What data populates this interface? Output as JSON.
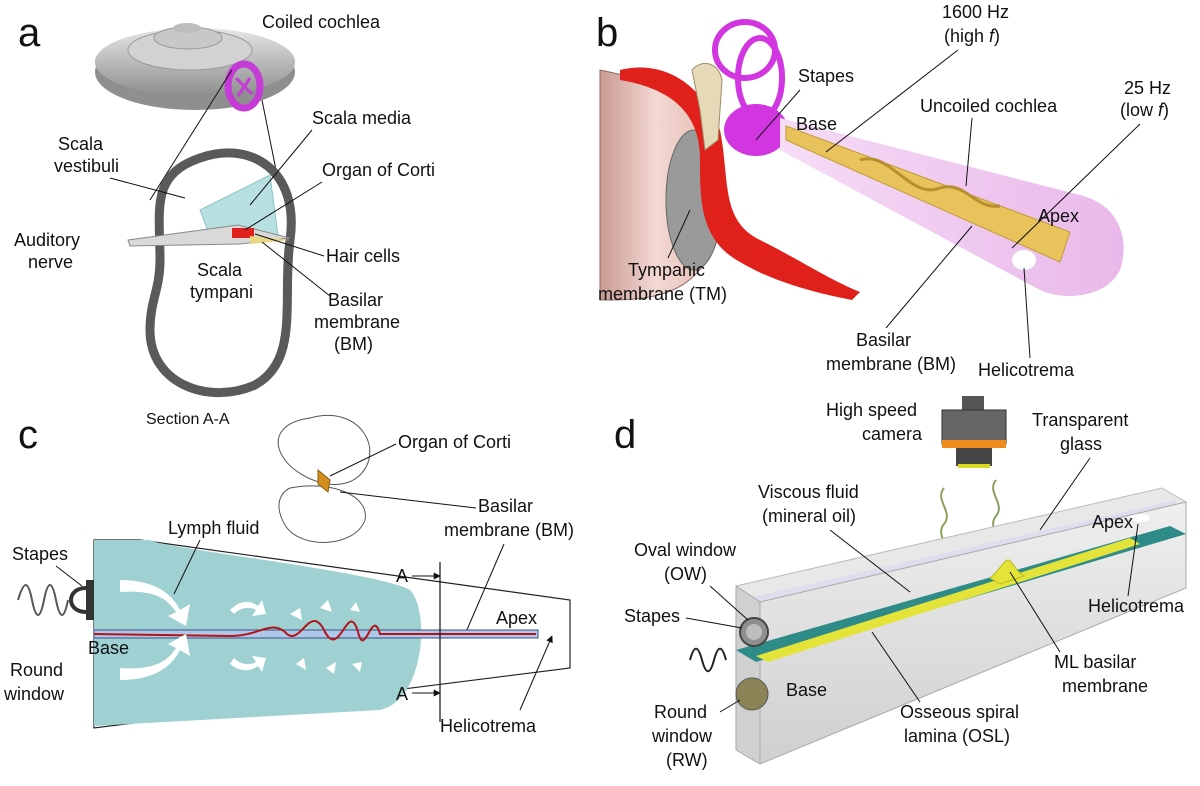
{
  "panels": {
    "a": {
      "letter": "a",
      "labels": {
        "coiled_cochlea": "Coiled cochlea",
        "scala_vestibuli_1": "Scala",
        "scala_vestibuli_2": "vestibuli",
        "scala_media": "Scala media",
        "organ_of_corti": "Organ of Corti",
        "auditory_nerve_1": "Auditory",
        "auditory_nerve_2": "nerve",
        "scala_tympani_1": "Scala",
        "scala_tympani_2": "tympani",
        "hair_cells": "Hair cells",
        "basilar_1": "Basilar",
        "basilar_2": "membrane",
        "basilar_3": "(BM)"
      }
    },
    "b": {
      "letter": "b",
      "labels": {
        "high_f_1": "1600 Hz",
        "high_f_2": "(high ",
        "f_italic": "f",
        "close_paren": ")",
        "stapes": "Stapes",
        "base": "Base",
        "low_f_1": "25 Hz",
        "low_f_2": "(low ",
        "uncoiled": "Uncoiled cochlea",
        "apex": "Apex",
        "tympanic_1": "Tympanic",
        "tympanic_2": "membrane (TM)",
        "basilar_1": "Basilar",
        "basilar_2": "membrane (BM)",
        "helicotrema": "Helicotrema"
      }
    },
    "c": {
      "letter": "c",
      "labels": {
        "section": "Section A-A",
        "organ_of_corti": "Organ of Corti",
        "basilar_1": "Basilar",
        "basilar_2": "membrane (BM)",
        "lymph": "Lymph fluid",
        "stapes": "Stapes",
        "a_top": "A",
        "a_bottom": "A",
        "apex": "Apex",
        "base": "Base",
        "round_1": "Round",
        "round_2": "window",
        "helicotrema": "Helicotrema"
      }
    },
    "d": {
      "letter": "d",
      "labels": {
        "camera_1": "High speed",
        "camera_2": "camera",
        "glass_1": "Transparent",
        "glass_2": "glass",
        "viscous_1": "Viscous fluid",
        "viscous_2": "(mineral oil)",
        "oval_1": "Oval window",
        "oval_2": "(OW)",
        "apex": "Apex",
        "stapes": "Stapes",
        "helicotrema": "Helicotrema",
        "base": "Base",
        "ml_1": "ML basilar",
        "ml_2": "membrane",
        "round_1": "Round",
        "round_2": "window",
        "round_3": "(RW)",
        "osl_1": "Osseous spiral",
        "osl_2": "lamina (OSL)"
      }
    }
  },
  "colors": {
    "cochlea_grey": "#b9b9b9",
    "magenta": "#c43bd6",
    "lymph": "#9fd0d2",
    "membrane_yellow": "#e8c25a",
    "cone_pink": "#f0c6f0",
    "red": "#e0201b",
    "osl_green": "#2e8b88",
    "ml_yellow": "#e3e33a"
  }
}
